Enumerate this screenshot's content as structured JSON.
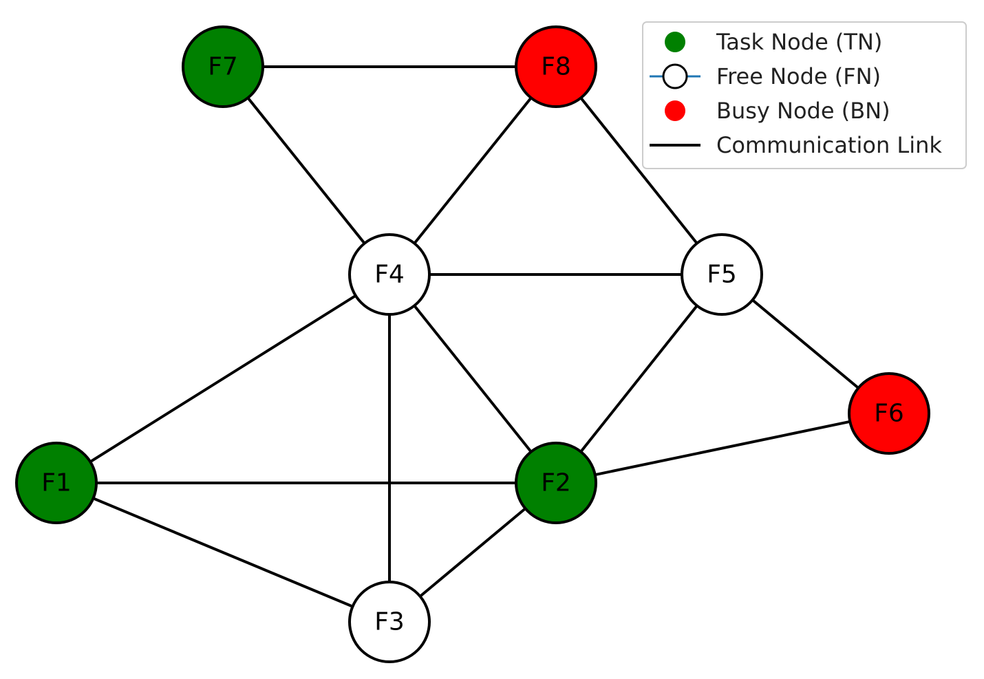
{
  "colors": {
    "task": "#008000",
    "free": "#ffffff",
    "busy": "#ff0000",
    "link": "#000000",
    "free_marker_line": "#1f77b4"
  },
  "nodes": [
    {
      "id": "F1",
      "label": "F1",
      "type": "task"
    },
    {
      "id": "F2",
      "label": "F2",
      "type": "task"
    },
    {
      "id": "F3",
      "label": "F3",
      "type": "free"
    },
    {
      "id": "F4",
      "label": "F4",
      "type": "free"
    },
    {
      "id": "F5",
      "label": "F5",
      "type": "free"
    },
    {
      "id": "F6",
      "label": "F6",
      "type": "busy"
    },
    {
      "id": "F7",
      "label": "F7",
      "type": "task"
    },
    {
      "id": "F8",
      "label": "F8",
      "type": "busy"
    }
  ],
  "edges": [
    [
      "F7",
      "F8"
    ],
    [
      "F7",
      "F4"
    ],
    [
      "F8",
      "F4"
    ],
    [
      "F8",
      "F5"
    ],
    [
      "F4",
      "F5"
    ],
    [
      "F4",
      "F1"
    ],
    [
      "F4",
      "F3"
    ],
    [
      "F4",
      "F2"
    ],
    [
      "F5",
      "F2"
    ],
    [
      "F5",
      "F6"
    ],
    [
      "F2",
      "F6"
    ],
    [
      "F1",
      "F2"
    ],
    [
      "F1",
      "F3"
    ],
    [
      "F3",
      "F2"
    ]
  ],
  "legend": {
    "task": "Task Node (TN)",
    "free": "Free Node (FN)",
    "busy": "Busy Node (BN)",
    "link": "Communication Link"
  }
}
